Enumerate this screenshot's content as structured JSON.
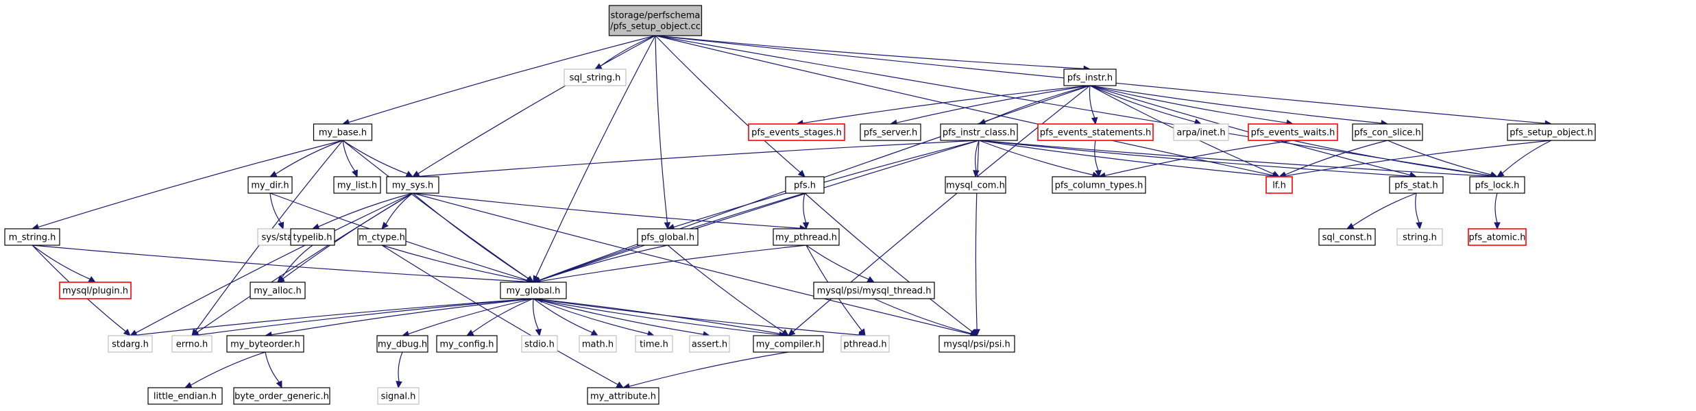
{
  "graph": {
    "nodes": [
      {
        "id": "root",
        "lines": [
          "storage/perfschema",
          "/pfs_setup_object.cc"
        ],
        "style": "root"
      },
      {
        "id": "sql_string",
        "lines": [
          "sql_string.h"
        ],
        "style": "gray"
      },
      {
        "id": "pfs_instr",
        "lines": [
          "pfs_instr.h"
        ],
        "style": "normal"
      },
      {
        "id": "my_base",
        "lines": [
          "my_base.h"
        ],
        "style": "normal"
      },
      {
        "id": "pfs_events_stages",
        "lines": [
          "pfs_events_stages.h"
        ],
        "style": "red"
      },
      {
        "id": "pfs_server",
        "lines": [
          "pfs_server.h"
        ],
        "style": "normal"
      },
      {
        "id": "pfs_instr_class",
        "lines": [
          "pfs_instr_class.h"
        ],
        "style": "normal"
      },
      {
        "id": "pfs_events_statements",
        "lines": [
          "pfs_events_statements.h"
        ],
        "style": "red"
      },
      {
        "id": "arpa_inet",
        "lines": [
          "arpa/inet.h"
        ],
        "style": "gray"
      },
      {
        "id": "pfs_events_waits",
        "lines": [
          "pfs_events_waits.h"
        ],
        "style": "red"
      },
      {
        "id": "pfs_con_slice",
        "lines": [
          "pfs_con_slice.h"
        ],
        "style": "normal"
      },
      {
        "id": "pfs_setup_object",
        "lines": [
          "pfs_setup_object.h"
        ],
        "style": "normal"
      },
      {
        "id": "my_dir",
        "lines": [
          "my_dir.h"
        ],
        "style": "normal"
      },
      {
        "id": "my_list",
        "lines": [
          "my_list.h"
        ],
        "style": "normal"
      },
      {
        "id": "my_sys",
        "lines": [
          "my_sys.h"
        ],
        "style": "normal"
      },
      {
        "id": "pfs_h",
        "lines": [
          "pfs.h"
        ],
        "style": "normal"
      },
      {
        "id": "mysql_com",
        "lines": [
          "mysql_com.h"
        ],
        "style": "normal"
      },
      {
        "id": "pfs_column_types",
        "lines": [
          "pfs_column_types.h"
        ],
        "style": "normal"
      },
      {
        "id": "lf",
        "lines": [
          "lf.h"
        ],
        "style": "red"
      },
      {
        "id": "pfs_stat",
        "lines": [
          "pfs_stat.h"
        ],
        "style": "normal"
      },
      {
        "id": "pfs_lock",
        "lines": [
          "pfs_lock.h"
        ],
        "style": "normal"
      },
      {
        "id": "m_string",
        "lines": [
          "m_string.h"
        ],
        "style": "normal"
      },
      {
        "id": "sys_stat",
        "lines": [
          "sys/stat.h"
        ],
        "style": "gray"
      },
      {
        "id": "typelib",
        "lines": [
          "typelib.h"
        ],
        "style": "normal"
      },
      {
        "id": "m_ctype",
        "lines": [
          "m_ctype.h"
        ],
        "style": "normal"
      },
      {
        "id": "pfs_global",
        "lines": [
          "pfs_global.h"
        ],
        "style": "normal"
      },
      {
        "id": "my_pthread",
        "lines": [
          "my_pthread.h"
        ],
        "style": "normal"
      },
      {
        "id": "sql_const",
        "lines": [
          "sql_const.h"
        ],
        "style": "normal"
      },
      {
        "id": "string_h",
        "lines": [
          "string.h"
        ],
        "style": "gray"
      },
      {
        "id": "pfs_atomic",
        "lines": [
          "pfs_atomic.h"
        ],
        "style": "red"
      },
      {
        "id": "mysql_plugin",
        "lines": [
          "mysql/plugin.h"
        ],
        "style": "red"
      },
      {
        "id": "my_alloc",
        "lines": [
          "my_alloc.h"
        ],
        "style": "normal"
      },
      {
        "id": "my_global",
        "lines": [
          "my_global.h"
        ],
        "style": "normal"
      },
      {
        "id": "mysql_thread",
        "lines": [
          "mysql/psi/mysql_thread.h"
        ],
        "style": "normal"
      },
      {
        "id": "stdarg",
        "lines": [
          "stdarg.h"
        ],
        "style": "gray"
      },
      {
        "id": "errno",
        "lines": [
          "errno.h"
        ],
        "style": "gray"
      },
      {
        "id": "my_byteorder",
        "lines": [
          "my_byteorder.h"
        ],
        "style": "normal"
      },
      {
        "id": "my_dbug",
        "lines": [
          "my_dbug.h"
        ],
        "style": "normal"
      },
      {
        "id": "my_config",
        "lines": [
          "my_config.h"
        ],
        "style": "normal"
      },
      {
        "id": "stdio",
        "lines": [
          "stdio.h"
        ],
        "style": "gray"
      },
      {
        "id": "math",
        "lines": [
          "math.h"
        ],
        "style": "gray"
      },
      {
        "id": "time_h",
        "lines": [
          "time.h"
        ],
        "style": "gray"
      },
      {
        "id": "assert_h",
        "lines": [
          "assert.h"
        ],
        "style": "gray"
      },
      {
        "id": "my_compiler",
        "lines": [
          "my_compiler.h"
        ],
        "style": "normal"
      },
      {
        "id": "pthread",
        "lines": [
          "pthread.h"
        ],
        "style": "gray"
      },
      {
        "id": "mysql_psi",
        "lines": [
          "mysql/psi/psi.h"
        ],
        "style": "normal"
      },
      {
        "id": "little_endian",
        "lines": [
          "little_endian.h"
        ],
        "style": "normal"
      },
      {
        "id": "byte_order_generic",
        "lines": [
          "byte_order_generic.h"
        ],
        "style": "normal"
      },
      {
        "id": "signal_h",
        "lines": [
          "signal.h"
        ],
        "style": "gray"
      },
      {
        "id": "my_attribute",
        "lines": [
          "my_attribute.h"
        ],
        "style": "normal"
      }
    ],
    "edges": [
      [
        "root",
        "sql_string"
      ],
      [
        "root",
        "pfs_instr"
      ],
      [
        "root",
        "my_base"
      ],
      [
        "root",
        "my_sys"
      ],
      [
        "root",
        "pfs_global"
      ],
      [
        "root",
        "my_global"
      ],
      [
        "root",
        "pfs_h"
      ],
      [
        "root",
        "pfs_setup_object"
      ],
      [
        "root",
        "pfs_lock"
      ],
      [
        "root",
        "lf"
      ],
      [
        "pfs_instr",
        "pfs_events_stages"
      ],
      [
        "pfs_instr",
        "pfs_server"
      ],
      [
        "pfs_instr",
        "pfs_instr_class"
      ],
      [
        "pfs_instr",
        "pfs_events_statements"
      ],
      [
        "pfs_instr",
        "arpa_inet"
      ],
      [
        "pfs_instr",
        "pfs_events_waits"
      ],
      [
        "pfs_instr",
        "pfs_con_slice"
      ],
      [
        "pfs_instr",
        "my_global"
      ],
      [
        "pfs_instr",
        "lf"
      ],
      [
        "pfs_instr",
        "pfs_stat"
      ],
      [
        "pfs_instr",
        "my_compiler"
      ],
      [
        "my_base",
        "my_dir"
      ],
      [
        "my_base",
        "my_list"
      ],
      [
        "my_base",
        "my_sys"
      ],
      [
        "my_base",
        "m_string"
      ],
      [
        "my_base",
        "my_global"
      ],
      [
        "my_base",
        "errno"
      ],
      [
        "pfs_instr_class",
        "my_sys"
      ],
      [
        "pfs_instr_class",
        "mysql_com"
      ],
      [
        "pfs_instr_class",
        "pfs_column_types"
      ],
      [
        "pfs_instr_class",
        "lf"
      ],
      [
        "pfs_instr_class",
        "pfs_stat"
      ],
      [
        "pfs_instr_class",
        "pfs_lock"
      ],
      [
        "pfs_instr_class",
        "pfs_global"
      ],
      [
        "pfs_instr_class",
        "my_global"
      ],
      [
        "pfs_instr_class",
        "mysql_psi"
      ],
      [
        "pfs_events_statements",
        "pfs_column_types"
      ],
      [
        "pfs_events_waits",
        "pfs_column_types"
      ],
      [
        "pfs_events_waits",
        "pfs_lock"
      ],
      [
        "pfs_con_slice",
        "lf"
      ],
      [
        "pfs_con_slice",
        "pfs_lock"
      ],
      [
        "pfs_setup_object",
        "lf"
      ],
      [
        "pfs_setup_object",
        "pfs_lock"
      ],
      [
        "my_dir",
        "sys_stat"
      ],
      [
        "my_dir",
        "my_global"
      ],
      [
        "my_sys",
        "typelib"
      ],
      [
        "my_sys",
        "m_ctype"
      ],
      [
        "my_sys",
        "my_pthread"
      ],
      [
        "my_sys",
        "my_alloc"
      ],
      [
        "my_sys",
        "my_global"
      ],
      [
        "my_sys",
        "stdarg"
      ],
      [
        "my_sys",
        "errno"
      ],
      [
        "my_sys",
        "mysql_psi"
      ],
      [
        "pfs_h",
        "my_pthread"
      ],
      [
        "pfs_h",
        "my_global"
      ],
      [
        "pfs_h",
        "mysql_psi"
      ],
      [
        "pfs_stat",
        "sql_const"
      ],
      [
        "pfs_stat",
        "string_h"
      ],
      [
        "pfs_lock",
        "pfs_atomic"
      ],
      [
        "m_string",
        "mysql_plugin"
      ],
      [
        "m_string",
        "my_global"
      ],
      [
        "m_string",
        "stdarg"
      ],
      [
        "typelib",
        "my_alloc"
      ],
      [
        "m_ctype",
        "my_global"
      ],
      [
        "m_ctype",
        "my_attribute"
      ],
      [
        "pfs_global",
        "my_global"
      ],
      [
        "pfs_global",
        "my_compiler"
      ],
      [
        "my_pthread",
        "my_global"
      ],
      [
        "my_pthread",
        "mysql_thread"
      ],
      [
        "my_pthread",
        "pthread"
      ],
      [
        "mysql_thread",
        "mysql_psi"
      ],
      [
        "my_global",
        "stdarg"
      ],
      [
        "my_global",
        "errno"
      ],
      [
        "my_global",
        "my_byteorder"
      ],
      [
        "my_global",
        "my_dbug"
      ],
      [
        "my_global",
        "my_config"
      ],
      [
        "my_global",
        "stdio"
      ],
      [
        "my_global",
        "math"
      ],
      [
        "my_global",
        "time_h"
      ],
      [
        "my_global",
        "assert_h"
      ],
      [
        "my_global",
        "my_compiler"
      ],
      [
        "my_global",
        "pthread"
      ],
      [
        "my_compiler",
        "my_global"
      ],
      [
        "my_compiler",
        "my_attribute"
      ],
      [
        "my_byteorder",
        "little_endian"
      ],
      [
        "my_byteorder",
        "byte_order_generic"
      ],
      [
        "my_dbug",
        "signal_h"
      ]
    ]
  }
}
